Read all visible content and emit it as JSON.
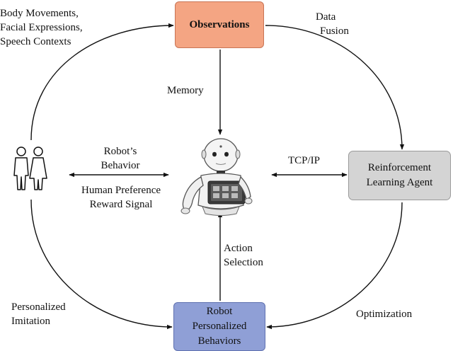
{
  "observations": {
    "label": "Observations"
  },
  "rl_agent": {
    "line1": "Reinforcement",
    "line2": "Learning Agent"
  },
  "robot_behaviors": {
    "line1": "Robot",
    "line2": "Personalized",
    "line3": "Behaviors"
  },
  "inputs": {
    "line1": "Body Movements,",
    "line2": "Facial Expressions,",
    "line3": "Speech Contexts"
  },
  "data_fusion": {
    "line1": "Data",
    "line2": "Fusion"
  },
  "memory": "Memory",
  "robot_behavior": {
    "line1": "Robot’s",
    "line2": "Behavior"
  },
  "human_pref": {
    "line1": "Human Preference",
    "line2": "Reward Signal"
  },
  "tcp_ip": "TCP/IP",
  "action_selection": {
    "line1": "Action",
    "line2": "Selection"
  },
  "personalized_imitation": {
    "line1": "Personalized",
    "line2": "Imitation"
  },
  "optimization": "Optimization",
  "icons": {
    "humans": "people-icon",
    "robot": "humanoid-robot-icon"
  },
  "colors": {
    "observations": "#f4a583",
    "rl_agent": "#d4d4d4",
    "robot_behaviors": "#8f9fd6"
  }
}
